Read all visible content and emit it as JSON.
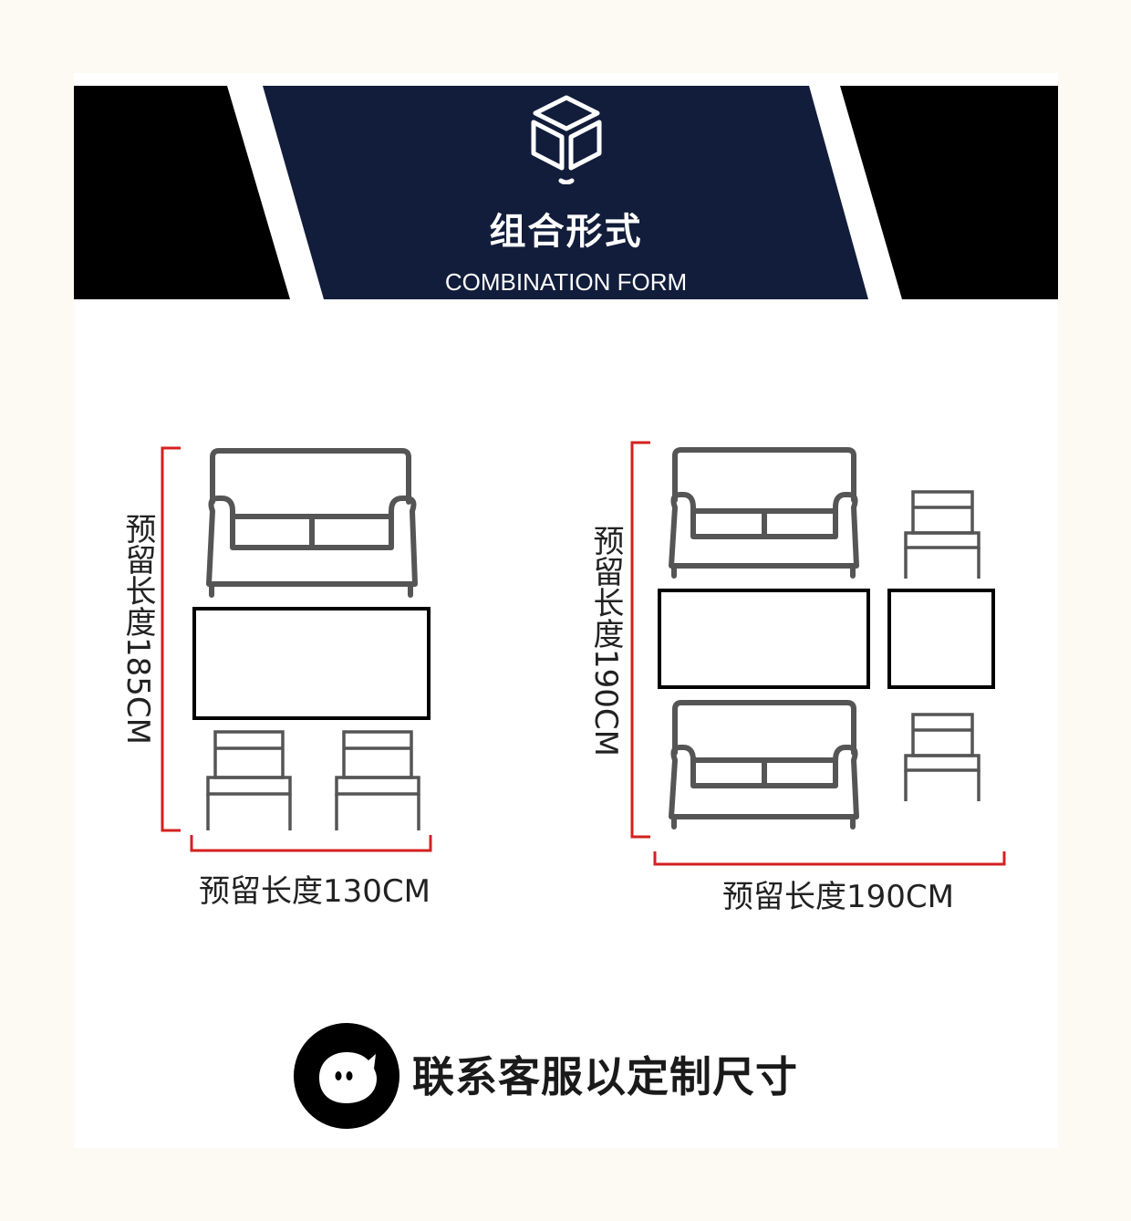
{
  "header": {
    "title_cn": "组合形式",
    "title_en": "COMBINATION FORM",
    "icon": "cube-icon",
    "colors": {
      "band": "#000000",
      "panel": "#111d3a",
      "text": "#ffffff"
    }
  },
  "layouts": [
    {
      "height_label": "预留长度185CM",
      "width_label": "预留长度130CM"
    },
    {
      "height_label": "预留长度190CM",
      "width_label": "预留长度190CM"
    }
  ],
  "contact": {
    "text": "联系客服以定制尺寸",
    "icon": "mascot-icon"
  },
  "colors": {
    "dimension_line": "#d42020",
    "furniture": "#555555",
    "table": "#000000"
  }
}
